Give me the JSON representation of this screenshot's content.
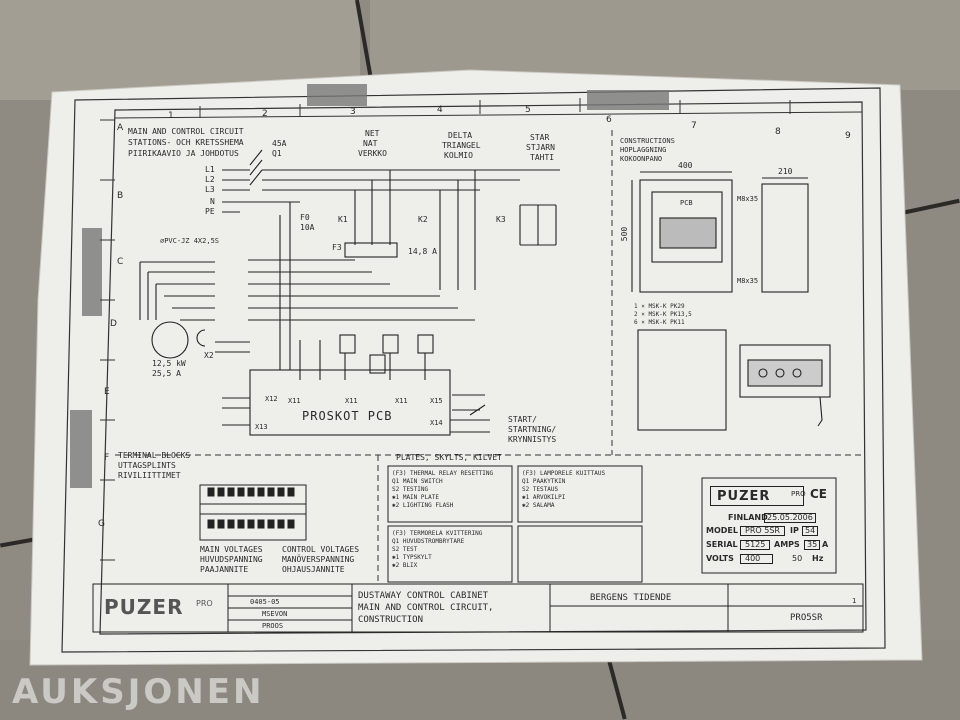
{
  "watermark": "AUKSJONEN",
  "grid": {
    "cols": [
      "1",
      "2",
      "3",
      "4",
      "5",
      "6",
      "7",
      "8",
      "9"
    ],
    "rows": [
      "A",
      "B",
      "C",
      "D",
      "E",
      "F",
      "G"
    ]
  },
  "main_circuit": {
    "title": [
      "MAIN AND CONTROL CIRCUIT",
      "STATIONS- OCH KRETSSHEMA",
      "PIIRIKAAVIO JA JOHDOTUS"
    ],
    "switch": [
      "45A",
      "Q1"
    ],
    "lines": [
      "L1",
      "L2",
      "L3",
      "N",
      "PE"
    ],
    "fuse": [
      "F0",
      "10A"
    ],
    "cable": "⌀PVC-JZ 4X2,5S",
    "motor": [
      "12,5 kW",
      "25,5 A"
    ],
    "x2": "X2",
    "f3": "F3",
    "f3_value": "14,8 A",
    "k1": "K1",
    "k2": "K2",
    "k3": "K3",
    "pcb": "PROSKOT PCB",
    "start": [
      "START/",
      "STARTNING/",
      "KRYNNISTYS"
    ],
    "x_labels": [
      "X12",
      "X11",
      "X11",
      "X11",
      "X15",
      "X14",
      "X13"
    ]
  },
  "net": [
    "NET",
    "NAT",
    "VERKKO"
  ],
  "delta": [
    "DELTA",
    "TRIANGEL",
    "KOLMIO"
  ],
  "star": [
    "STAR",
    "STJARN",
    "TAHTI"
  ],
  "constructions": {
    "title": [
      "CONSTRUCTIONS",
      "HOPLAGGNING",
      "KOKOONPANO"
    ],
    "width": "400",
    "height": "500",
    "depth": "210",
    "pcb": "PCB",
    "bolt": "M8x35",
    "glands": [
      "1 × MSK-K PK29",
      "2 × MSK-K PK13,5",
      "6 × MSK-K PK11"
    ]
  },
  "terminal": {
    "title": [
      "TERMINAL BLOCKS",
      "UTTAGSPLINTS",
      "RIVILIITTIMET"
    ],
    "main_voltages": [
      "MAIN VOLTAGES",
      "HUVUDSPANNING",
      "PAAJANNITE"
    ],
    "control_voltages": [
      "CONTROL VOLTAGES",
      "MANÖVERSPANNING",
      "OHJAUSJANNITE"
    ]
  },
  "plates": {
    "title": "PLATES, SKYLTS, KILVET",
    "boxes": [
      [
        "(F3) THERMAL RELAY RESETTING",
        "Q1 MAIN SWITCH",
        "S2 TESTING",
        "✱1 MAIN PLATE",
        "✱2 LIGHTING FLASH"
      ],
      [
        "(F3) LAMPORELE KUITTAUS",
        "Q1 PAAKYTKIN",
        "S2 TESTAUS",
        "✱1 ARVOKILPI",
        "✱2 SALAMA"
      ],
      [
        "(F3) TERMORELA KVITTERING",
        "Q1 HUVUDSTROMBRYTARE",
        "S2 TEST",
        "✱1 TYPSKYLT",
        "✱2 BLIX"
      ]
    ]
  },
  "nameplate": {
    "brand": "PUZER",
    "brand_sub": "PRO",
    "ce": "CE",
    "country": "FINLAND",
    "date": "25.05.2006",
    "model_label": "MODEL",
    "model": "PRO 5SR",
    "ip_label": "IP",
    "ip": "54",
    "serial_label": "SERIAL",
    "serial": "5125",
    "amps_label": "AMPS",
    "amps": "35",
    "amps_unit": "A",
    "volts_label": "VOLTS",
    "volts": "400",
    "hz": "50",
    "hz_unit": "Hz"
  },
  "titleblock": {
    "brand": "PUZER",
    "brand_sub": "PRO",
    "made": "0405-05",
    "designer": "MSEVON",
    "approved": "PROOS",
    "description": [
      "DUSTAWAY CONTROL CABINET",
      "MAIN AND CONTROL CIRCUIT,",
      "CONSTRUCTION"
    ],
    "customer": "BERGENS TIDENDE",
    "drawing_no": "PRO5SR",
    "sheet": "1"
  }
}
